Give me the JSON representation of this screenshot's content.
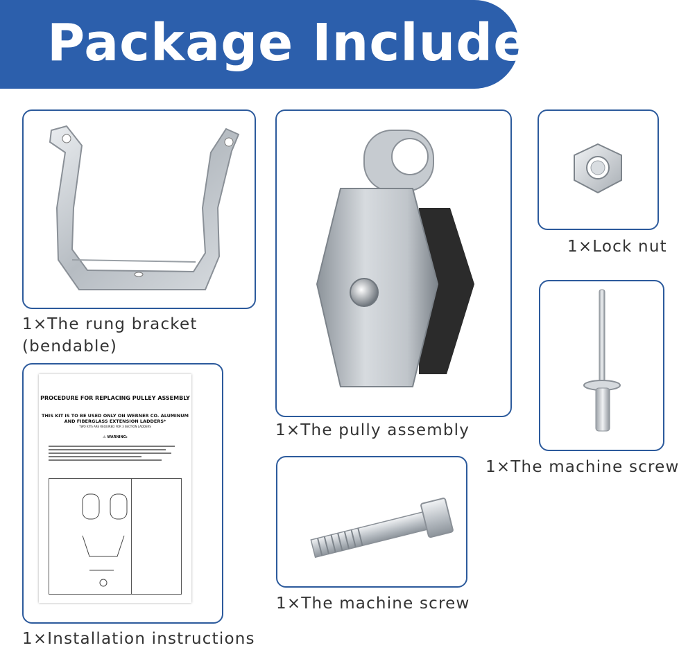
{
  "banner": {
    "title": "Package Include"
  },
  "items": [
    {
      "caption_line1": "1×The rung bracket",
      "caption_line2": "(bendable)"
    },
    {
      "caption": "1×The pully assembly"
    },
    {
      "caption": "1×Lock nut"
    },
    {
      "caption": "1×The machine screw"
    },
    {
      "caption": "1×The machine screw"
    },
    {
      "caption": "1×Installation instructions"
    }
  ],
  "document": {
    "title": "PROCEDURE FOR REPLACING PULLEY ASSEMBLY",
    "subtitle": "THIS KIT IS TO BE USED ONLY ON WERNER CO. ALUMINUM AND FIBERGLASS EXTENSION LADDERS*",
    "note": "TWO KITS ARE REQUIRED FOR 3 SECTION LADDERS",
    "warning": "WARNING:"
  },
  "colors": {
    "banner": "#2c5fac",
    "card_border": "#2c5a9c",
    "caption_text": "#333333"
  }
}
